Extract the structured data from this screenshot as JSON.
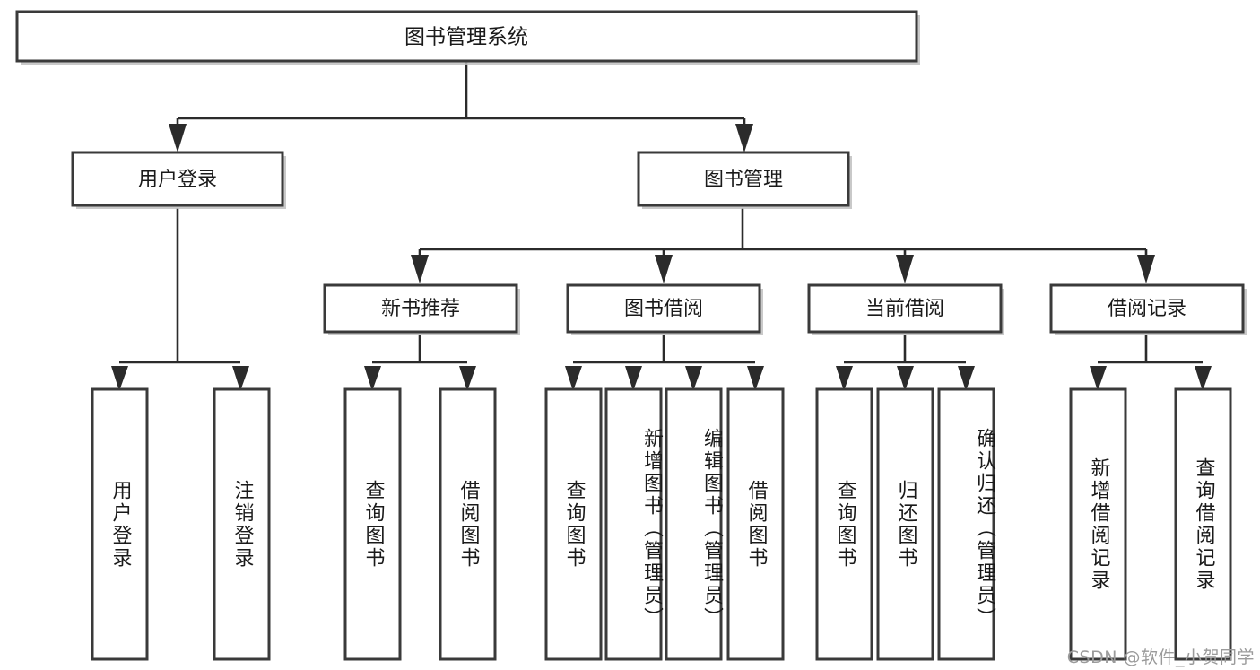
{
  "diagram": {
    "type": "tree",
    "title": "图书管理系统",
    "watermark": "CSDN @软件_小贺同学",
    "root": {
      "label": "图书管理系统"
    },
    "level2": [
      {
        "label": "用户登录"
      },
      {
        "label": "图书管理"
      }
    ],
    "level3": [
      {
        "label": "新书推荐"
      },
      {
        "label": "图书借阅"
      },
      {
        "label": "当前借阅"
      },
      {
        "label": "借阅记录"
      }
    ],
    "leaves": [
      {
        "label": "用户登录"
      },
      {
        "label": "注销登录"
      },
      {
        "label": "查询图书"
      },
      {
        "label": "借阅图书"
      },
      {
        "label": "查询图书"
      },
      {
        "label": "新增图书（管理员）"
      },
      {
        "label": "编辑图书（管理员）"
      },
      {
        "label": "借阅图书"
      },
      {
        "label": "查询图书"
      },
      {
        "label": "归还图书"
      },
      {
        "label": "确认归还（管理员）"
      },
      {
        "label": "新增借阅记录"
      },
      {
        "label": "查询借阅记录"
      }
    ],
    "groups": {
      "user_login_children": [
        "用户登录",
        "注销登录"
      ],
      "new_book_children": [
        "查询图书",
        "借阅图书"
      ],
      "book_borrow_children": [
        "查询图书",
        "新增图书（管理员）",
        "编辑图书（管理员）",
        "借阅图书"
      ],
      "current_borrow_children": [
        "查询图书",
        "归还图书",
        "确认归还（管理员）"
      ],
      "borrow_record_children": [
        "新增借阅记录",
        "查询借阅记录"
      ]
    },
    "colors": {
      "box_stroke": "#3a3a3a",
      "box_fill": "#ffffff",
      "connector": "#2b2b2b",
      "text": "#1a1a1a",
      "watermark": "#9b9b9b",
      "background": "#ffffff"
    }
  }
}
